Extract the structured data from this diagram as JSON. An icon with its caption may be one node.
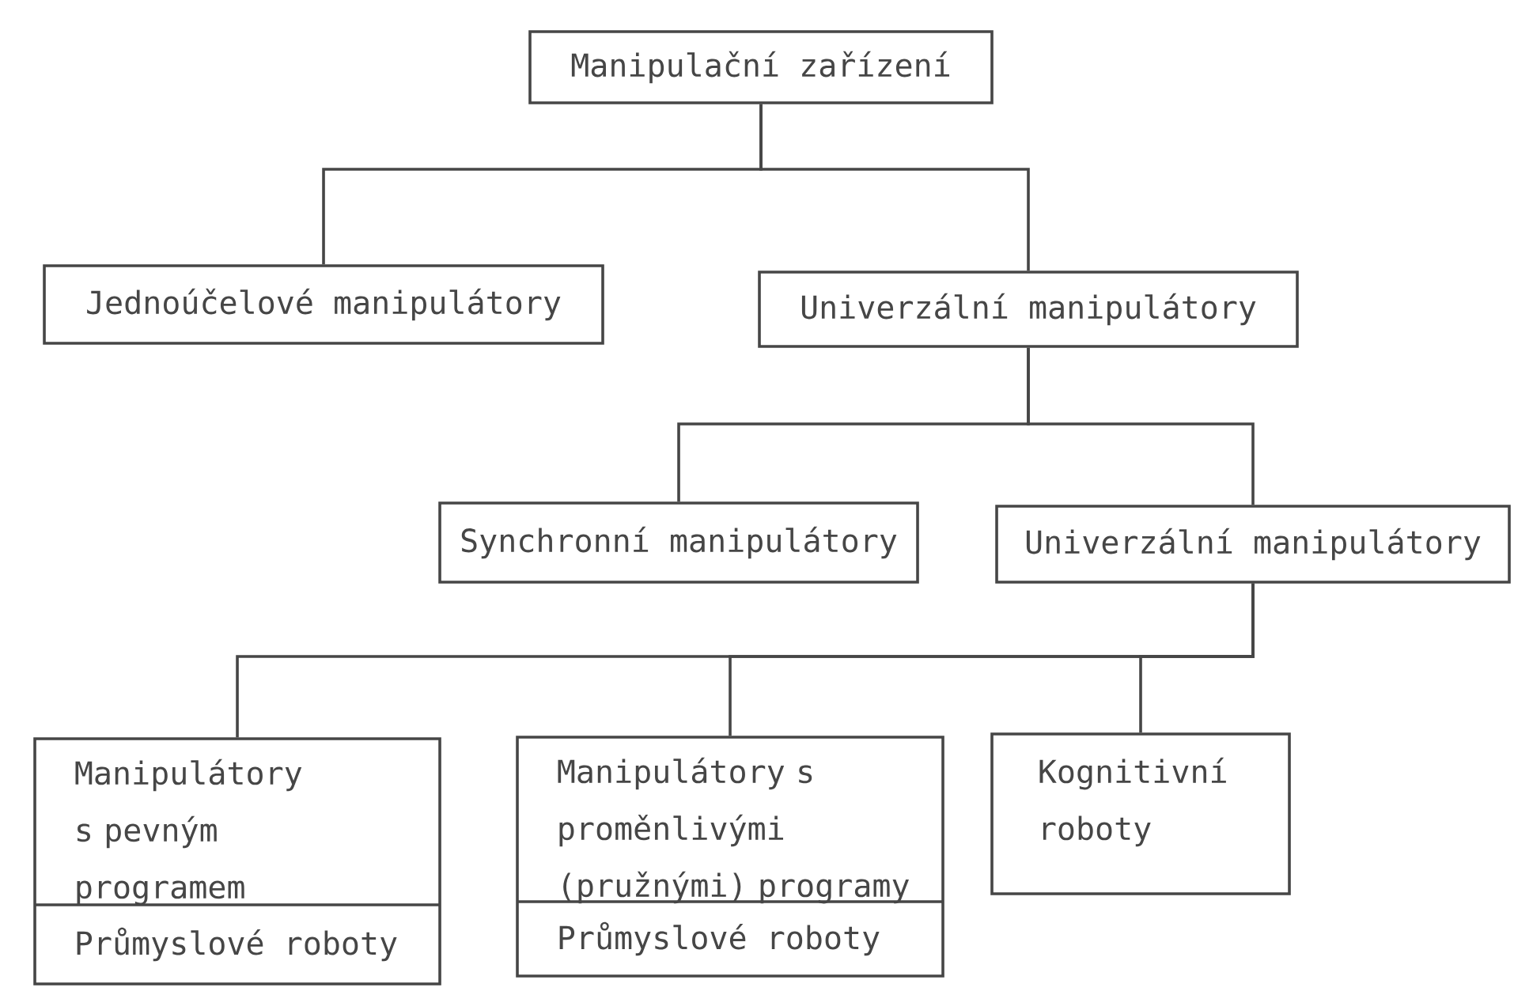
{
  "diagram": {
    "nodes": [
      {
        "text": [
          "Manipulační zařízení"
        ]
      },
      {
        "text": [
          "Jednoúčelové manipulátory"
        ]
      },
      {
        "text": [
          "Univerzální manipulátory"
        ]
      },
      {
        "text": [
          "Synchronní manipulátory"
        ]
      },
      {
        "text": [
          "Univerzální manipulátory"
        ]
      },
      {
        "text": [
          "Manipulátory s pevným programem",
          "Průmyslové roboty"
        ]
      },
      {
        "text": [
          "Manipulátory s proměnlivými (pružnými) programy",
          "Průmyslové roboty"
        ]
      },
      {
        "text": [
          "Kognitivní roboty"
        ]
      }
    ],
    "edges": [
      {
        "from": 0,
        "to": 1,
        "arrow": "none"
      },
      {
        "from": 0,
        "to": 2,
        "arrow": "none"
      },
      {
        "from": 2,
        "to": 3,
        "arrow": "none"
      },
      {
        "from": 2,
        "to": 4,
        "arrow": "none"
      },
      {
        "from": 4,
        "to": 5,
        "arrow": "none"
      },
      {
        "from": 4,
        "to": 6,
        "arrow": "none"
      },
      {
        "from": 4,
        "to": 7,
        "arrow": "none"
      }
    ]
  }
}
